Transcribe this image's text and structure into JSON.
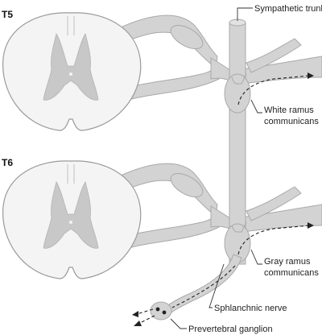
{
  "segments": {
    "upper": "T5",
    "lower": "T6"
  },
  "labels": {
    "sympathetic_trunk": "Sympathetic trunk",
    "white_ramus_1": "White ramus",
    "white_ramus_2": "communicans",
    "gray_ramus_1": "Gray ramus",
    "gray_ramus_2": "communicans",
    "splanchnic": "Sphlanchnic nerve",
    "prevertebral": "Prevertebral ganglion"
  },
  "colors": {
    "nerve_fill": "#d3d3d3",
    "nerve_edge": "#a9a9a9",
    "cord_white_matter": "#f4f4f4",
    "cord_gray_matter": "#c8c8c8",
    "leader_line": "#333333"
  }
}
